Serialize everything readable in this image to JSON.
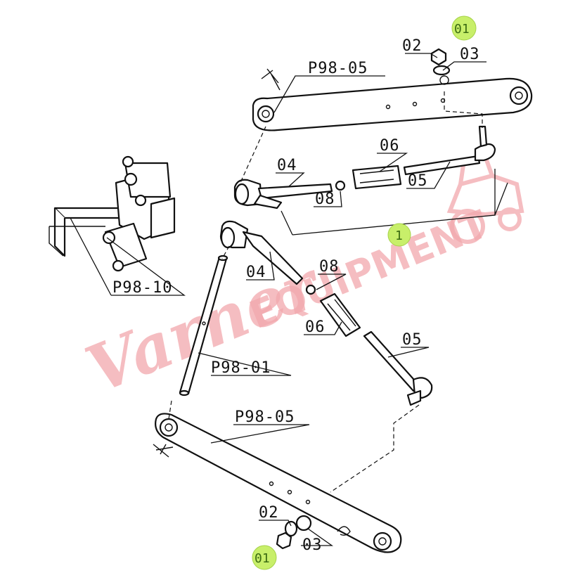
{
  "watermark": {
    "brand_script": "Varner",
    "brand_block": "EQUIPMENT",
    "color": "#f2a8ad"
  },
  "highlight_color": "#c8ef6a",
  "labels": {
    "top_arm": "P98-05",
    "bottom_arm": "P98-05",
    "bracket": "P98-10",
    "lift_rod": "P98-01",
    "nut_top": "02",
    "washer_top": "03",
    "nut_bottom": "02",
    "washer_bottom": "03",
    "yoke_upper": "04",
    "yoke_lower": "04",
    "sleeve_upper": "06",
    "sleeve_lower": "06",
    "rod_upper": "05",
    "rod_lower": "05",
    "jam_upper": "08",
    "jam_lower": "08"
  },
  "highlights": {
    "top_pin": "01",
    "bottom_pin": "01",
    "assembly": "1"
  }
}
